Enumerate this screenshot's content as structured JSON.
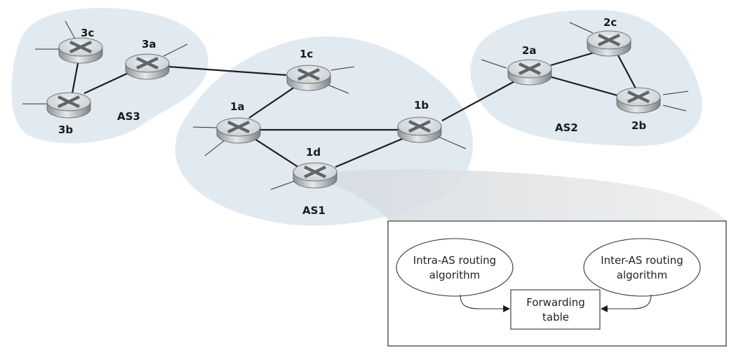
{
  "diagram": {
    "autonomous_systems": [
      {
        "id": "AS3",
        "label": "AS3"
      },
      {
        "id": "AS1",
        "label": "AS1"
      },
      {
        "id": "AS2",
        "label": "AS2"
      }
    ],
    "routers": [
      {
        "id": "3a",
        "label": "3a",
        "as": "AS3"
      },
      {
        "id": "3b",
        "label": "3b",
        "as": "AS3"
      },
      {
        "id": "3c",
        "label": "3c",
        "as": "AS3"
      },
      {
        "id": "1a",
        "label": "1a",
        "as": "AS1"
      },
      {
        "id": "1b",
        "label": "1b",
        "as": "AS1"
      },
      {
        "id": "1c",
        "label": "1c",
        "as": "AS1"
      },
      {
        "id": "1d",
        "label": "1d",
        "as": "AS1"
      },
      {
        "id": "2a",
        "label": "2a",
        "as": "AS2"
      },
      {
        "id": "2b",
        "label": "2b",
        "as": "AS2"
      },
      {
        "id": "2c",
        "label": "2c",
        "as": "AS2"
      }
    ],
    "links": [
      [
        "3c",
        "3b"
      ],
      [
        "3b",
        "3a"
      ],
      [
        "3a",
        "1c"
      ],
      [
        "1a",
        "1c"
      ],
      [
        "1a",
        "1b"
      ],
      [
        "1a",
        "1d"
      ],
      [
        "1d",
        "1b"
      ],
      [
        "1b",
        "2a"
      ],
      [
        "2a",
        "2c"
      ],
      [
        "2a",
        "2b"
      ],
      [
        "2c",
        "2b"
      ]
    ],
    "detail_box": {
      "zoomed_router": "1d",
      "intra_as": {
        "line1": "Intra-AS routing",
        "line2": "algorithm"
      },
      "inter_as": {
        "line1": "Inter-AS routing",
        "line2": "algorithm"
      },
      "forwarding_table": {
        "line1": "Forwarding",
        "line2": "table"
      }
    },
    "colors": {
      "as_region": "#e1e9f1",
      "link": "#1e1e1e",
      "router_body": "#b9bec2"
    }
  }
}
